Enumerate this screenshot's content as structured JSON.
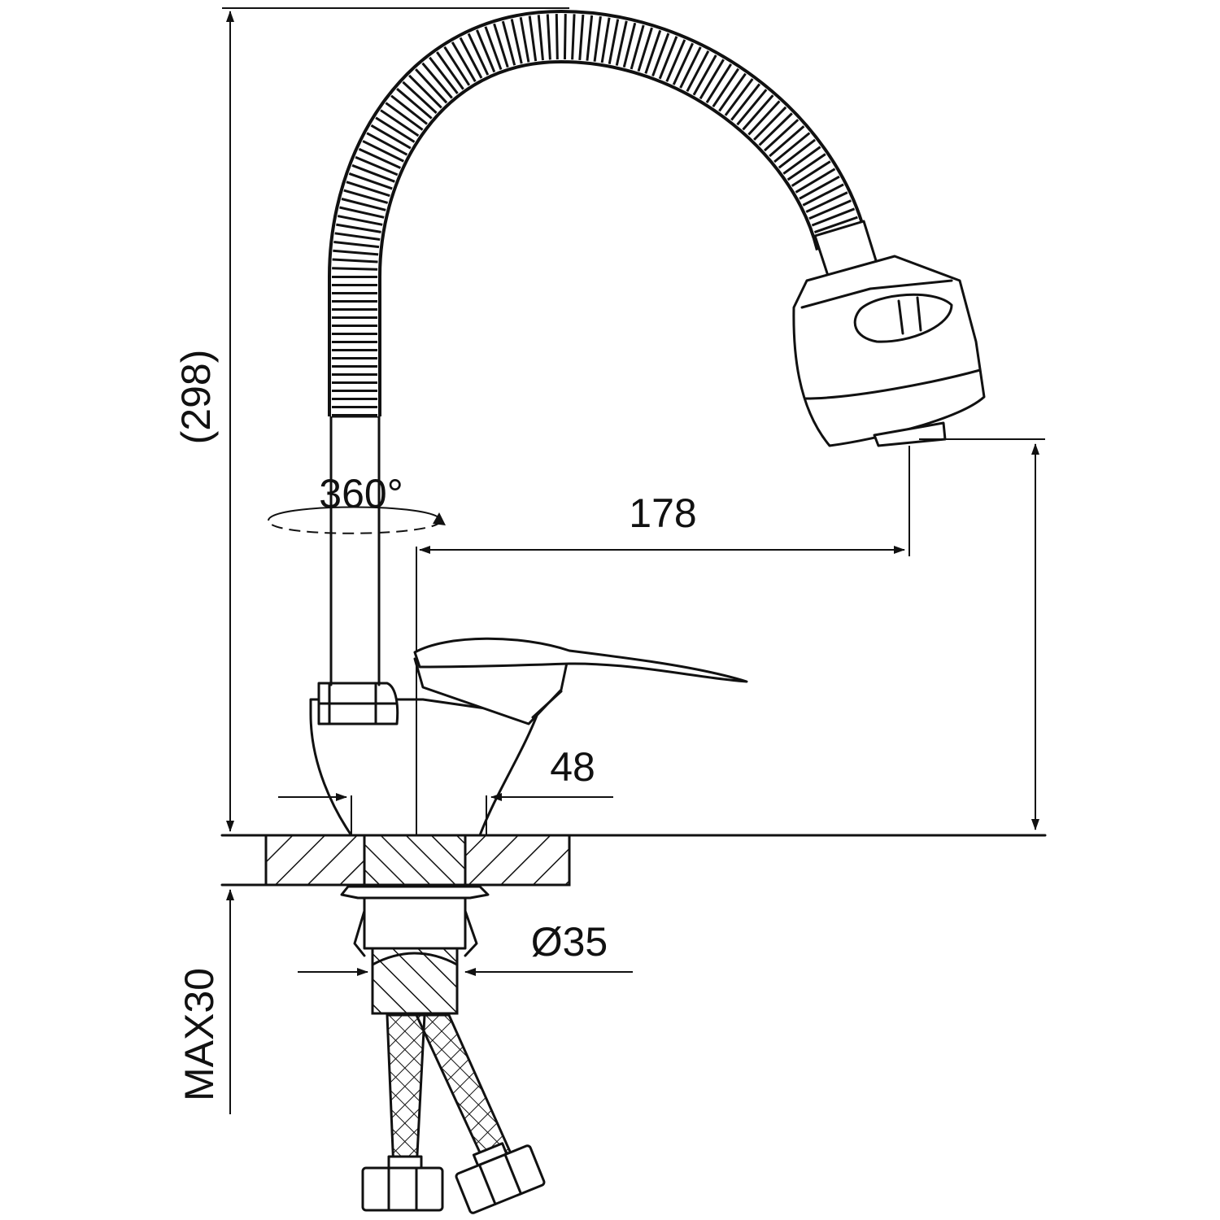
{
  "dimensions": {
    "overall_height": "(298)",
    "rotation": "360°",
    "reach": "178",
    "base_width": "48",
    "thread_diameter": "Ø35",
    "max_counter_thickness": "MAX30"
  },
  "colors": {
    "line": "#111111",
    "background": "#ffffff"
  }
}
